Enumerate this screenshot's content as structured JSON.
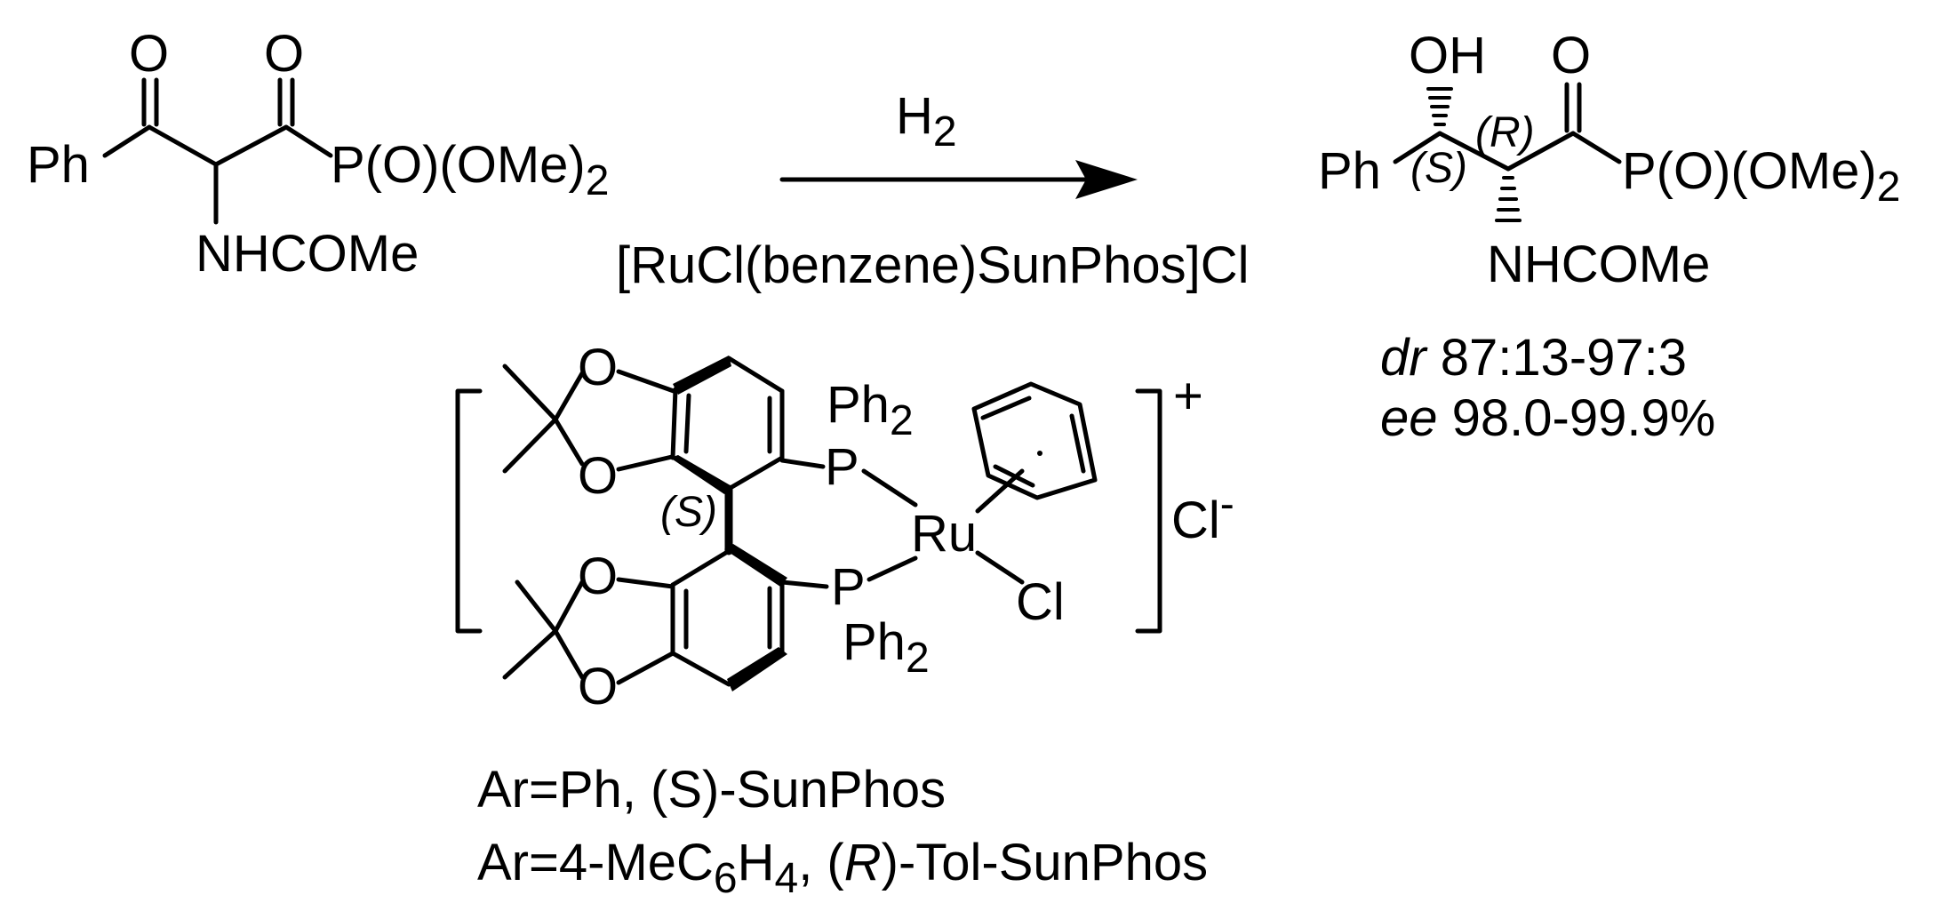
{
  "reactant": {
    "ph": "Ph",
    "o_left": "O",
    "o_right": "O",
    "phosphonate": "P(O)(OMe)",
    "sub2": "2",
    "nhcome": "NHCOMe"
  },
  "reagent": {
    "h2_h": "H",
    "h2_sub": "2",
    "catalyst": "[RuCl(benzene)SunPhos]Cl"
  },
  "product": {
    "oh": "OH",
    "o": "O",
    "ph": "Ph",
    "s_label": "(S)",
    "r_label": "(R)",
    "phosphonate": "P(O)(OMe)",
    "sub2": "2",
    "nhcome": "NHCOMe"
  },
  "selectivity": {
    "dr_label": "dr",
    "dr_value": " 87:13-97:3",
    "ee_label": "ee",
    "ee_value": " 98.0-99.9%"
  },
  "complex": {
    "o1": "O",
    "o2": "O",
    "o3": "O",
    "o4": "O",
    "ph2_top": "Ph",
    "ph2_top_sub": "2",
    "p_top": "P",
    "ru": "Ru",
    "p_bottom": "P",
    "ph2_bottom": "Ph",
    "ph2_bottom_sub": "2",
    "cl_ru": "Cl",
    "s_axial": "(S)",
    "charge": "+",
    "counterion": "Cl",
    "counterion_charge": "-"
  },
  "legend": {
    "line1": "Ar=Ph, (S)-SunPhos",
    "line2_a": "Ar=4-MeC",
    "line2_sub6": "6",
    "line2_b": "H",
    "line2_sub4": "4",
    "line2_c": ", (",
    "line2_r": "R",
    "line2_d": ")-Tol-SunPhos"
  }
}
